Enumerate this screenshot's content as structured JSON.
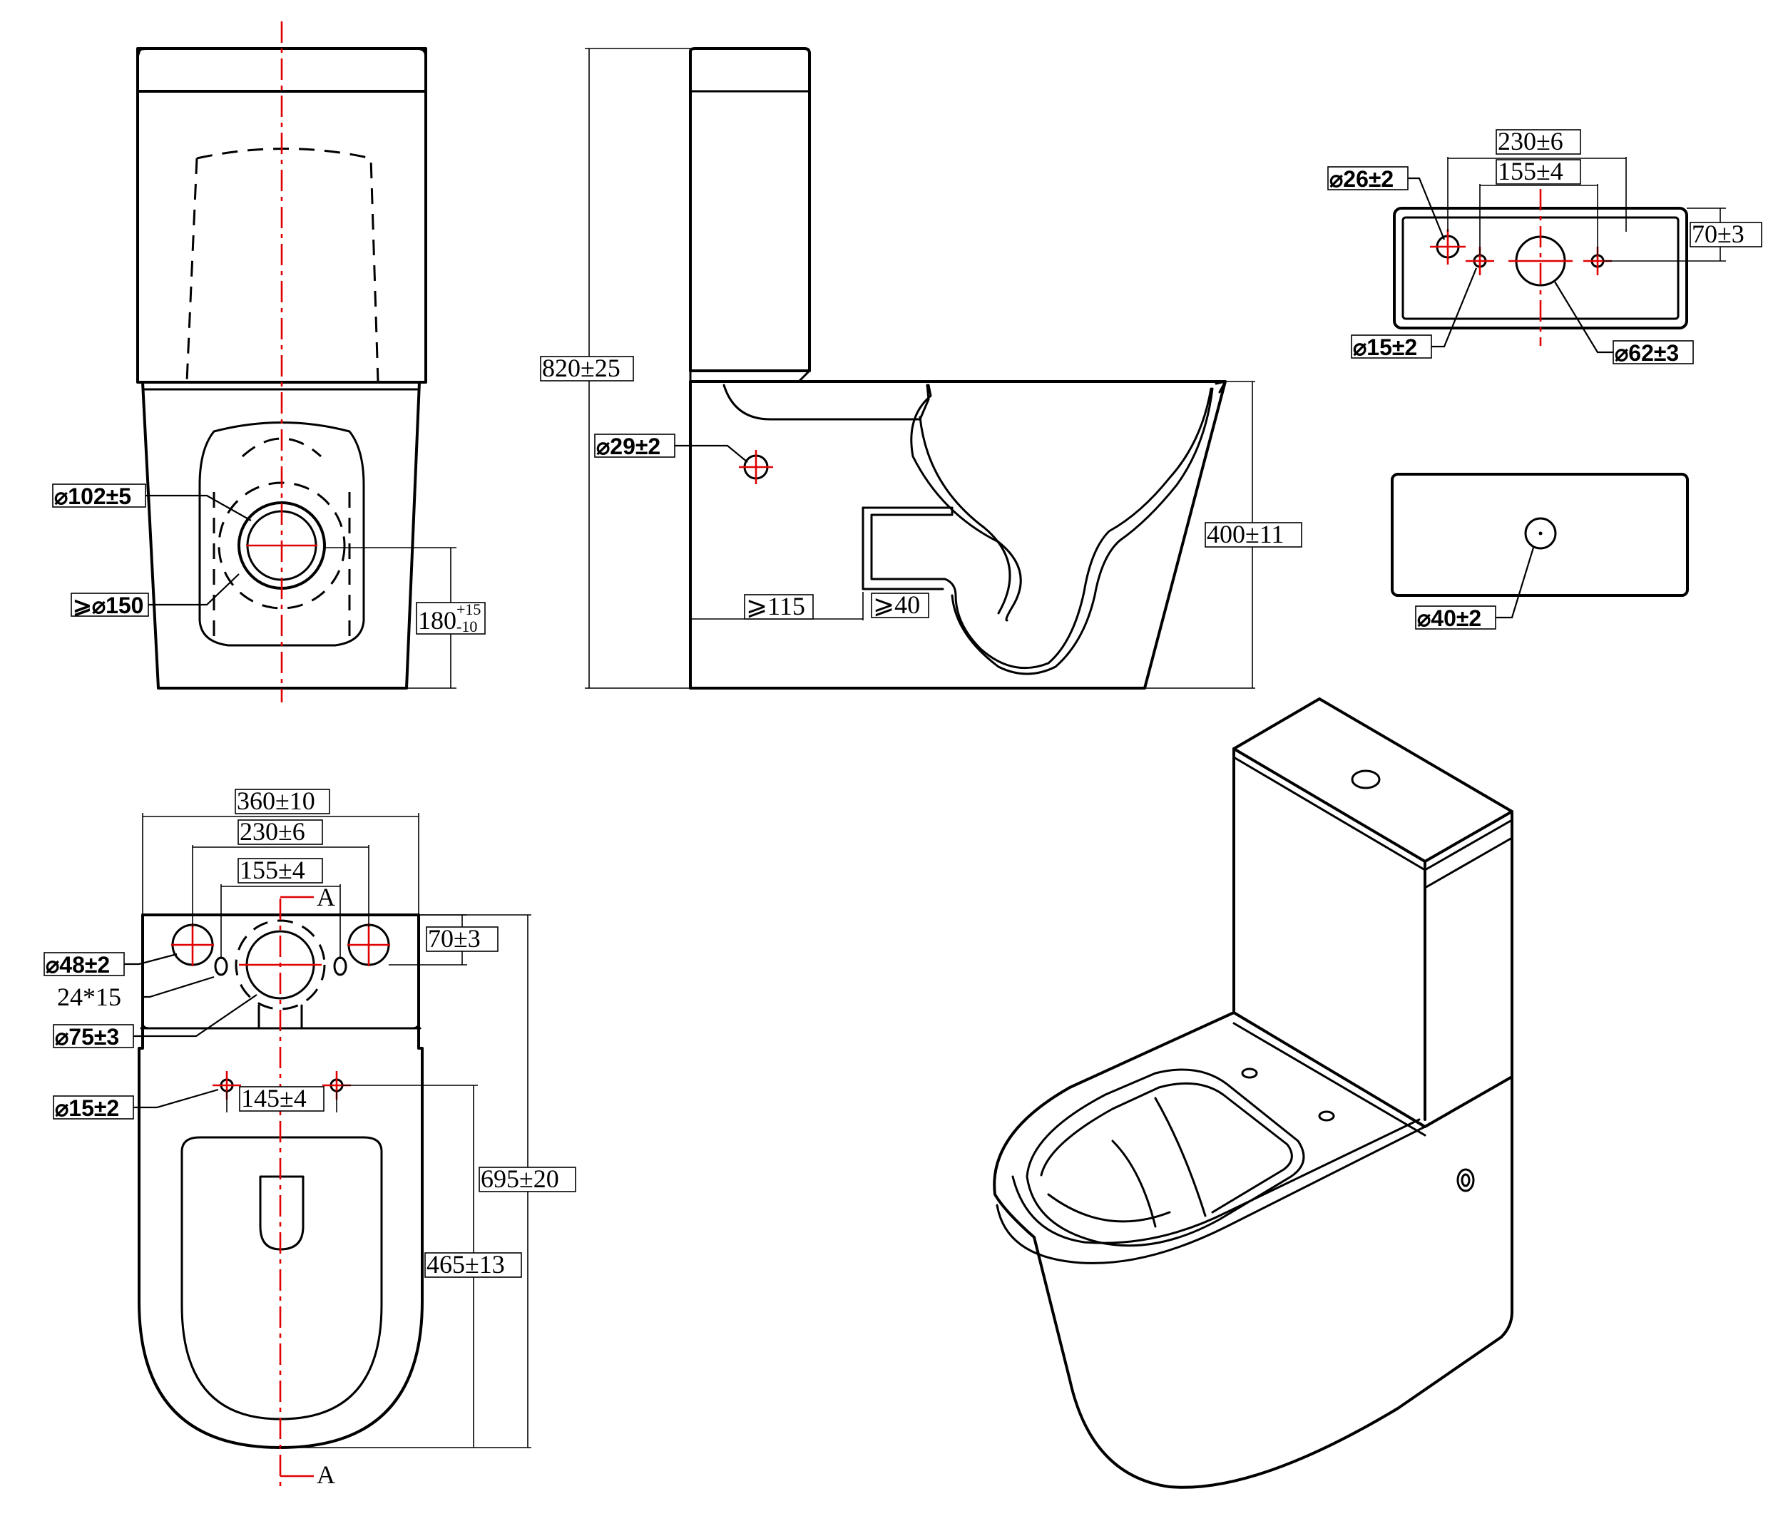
{
  "front_view": {
    "drain_outer": "⌀102±5",
    "drain_clear": "⩾⌀150",
    "drain_height": "180",
    "drain_height_tol_plus": "+15",
    "drain_height_tol_minus": "-10"
  },
  "side_view": {
    "total_height": "820±25",
    "inlet_hole": "⌀29±2",
    "bowl_height": "400±11",
    "wall_clearance": "⩾115",
    "outlet_length": "⩾40"
  },
  "cistern_lid_top": {
    "spacing_outer": "230±6",
    "spacing_inner": "155±4",
    "depth_offset": "70±3",
    "hole_small": "⌀26±2",
    "hole_fix": "⌀15±2",
    "hole_button": "⌀62±3"
  },
  "cistern_lid_plan": {
    "button_hole": "⌀40±2"
  },
  "plan_view": {
    "width_total": "360±10",
    "spacing_outer": "230±6",
    "spacing_inner": "155±4",
    "section_marker_top": "A",
    "section_marker_bottom": "A",
    "depth_offset": "70±3",
    "cistern_hole": "⌀48±2",
    "slot": "24*15",
    "flush_hole": "⌀75±3",
    "seat_hole": "⌀15±2",
    "seat_spacing": "145±4",
    "length_total": "695±20",
    "seat_to_front": "465±13"
  }
}
